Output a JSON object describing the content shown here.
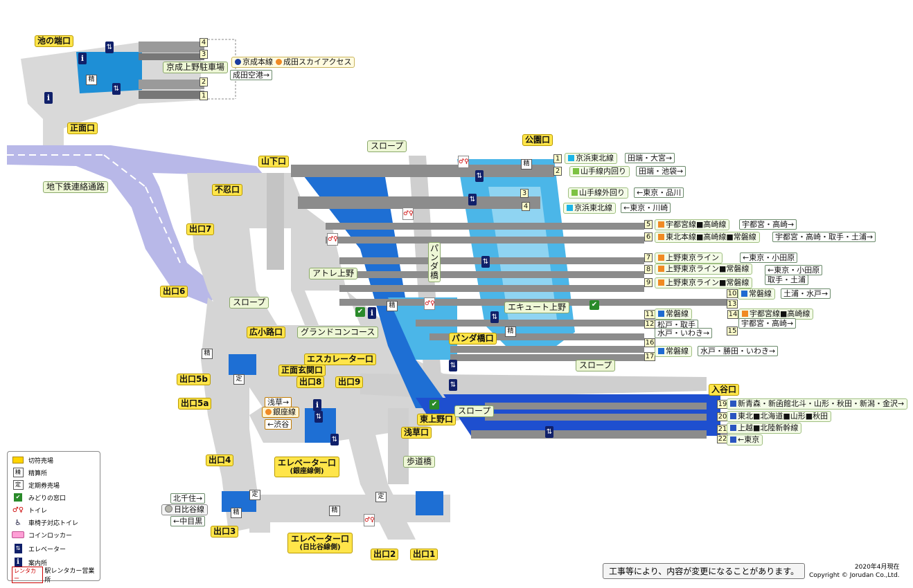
{
  "exits": {
    "ikenohata": "池の端口",
    "shomen": "正面口",
    "yamashita": "山下口",
    "shinobazu": "不忍口",
    "exit7": "出口7",
    "exit6": "出口6",
    "hirokoji": "広小路口",
    "escalator": "エスカレーター口",
    "shomen_genkan": "正面玄関口",
    "exit8": "出口8",
    "exit9": "出口9",
    "exit5b": "出口5b",
    "exit5a": "出口5a",
    "exit4": "出口4",
    "elevator_ginza": "エレベーター口",
    "elevator_ginza_sub": "(銀座線側)",
    "elevator_hibiya": "エレベーター口",
    "elevator_hibiya_sub": "(日比谷線側)",
    "exit3": "出口3",
    "exit2": "出口2",
    "exit1": "出口1",
    "higashi_ueno": "東上野口",
    "asakusa": "浅草口",
    "panda": "パンダ橋口",
    "iriya": "入谷口",
    "koen": "公園口"
  },
  "places": {
    "keisei_parking": "京成上野駐車場",
    "narita_airport": "成田空港→",
    "chika_tsuro": "地下鉄連絡通路",
    "slope1": "スロープ",
    "slope2": "スロープ",
    "slope3": "スロープ",
    "slope4": "スロープ",
    "atre": "アトレ上野",
    "grand_concourse": "グランドコンコース",
    "panda_bridge": "パンダ橋",
    "ecute": "エキュート上野",
    "hodokyo": "歩道橋"
  },
  "keisei_lines": {
    "main": "京成本線",
    "skyaccess": "成田スカイアクセス"
  },
  "jr_tracks": [
    {
      "num": "1",
      "line": "京浜東北線",
      "color": "#1bb5e8",
      "dest": "田端・大宮→"
    },
    {
      "num": "2",
      "line": "山手線内回り",
      "color": "#7dc242",
      "dest": "田端・池袋→"
    },
    {
      "num": "3",
      "line": "山手線外回り",
      "color": "#7dc242",
      "dest": "←東京・品川"
    },
    {
      "num": "4",
      "line": "京浜東北線",
      "color": "#1bb5e8",
      "dest": "←東京・川崎"
    },
    {
      "num": "5",
      "line": "宇都宮線■高崎線",
      "color": "#f08a24",
      "dest": "宇都宮・高崎→"
    },
    {
      "num": "6",
      "line": "東北本線■高崎線■常磐線",
      "color": "#f08a24",
      "dest": "宇都宮・高崎・取手・土浦→"
    },
    {
      "num": "7",
      "line": "上野東京ライン",
      "color": "#f08a24",
      "dest": "←東京・小田原"
    },
    {
      "num": "8",
      "line": "上野東京ライン■常磐線",
      "color": "#f08a24",
      "dest": "←東京・小田原"
    },
    {
      "num": "9",
      "line": "上野東京ライン■常磐線",
      "color": "#f08a24",
      "dest": "取手・土浦"
    },
    {
      "num": "10",
      "line": "常磐線",
      "color": "#1f6ad1",
      "dest": "土浦・水戸→"
    },
    {
      "num": "11",
      "line": "常磐線",
      "color": "#1f6ad1",
      "dest": "松戸・取手"
    },
    {
      "num": "12",
      "line": "",
      "color": "#1f6ad1",
      "dest": "水戸・いわき→"
    },
    {
      "num": "13",
      "line": "",
      "color": "#1f6ad1",
      "dest": ""
    },
    {
      "num": "14",
      "line": "宇都宮線■高崎線",
      "color": "#f08a24",
      "dest": "宇都宮・高崎→"
    },
    {
      "num": "15",
      "line": "",
      "color": "#f08a24",
      "dest": ""
    },
    {
      "num": "16",
      "line": "",
      "color": "#1f6ad1",
      "dest": ""
    },
    {
      "num": "17",
      "line": "常磐線",
      "color": "#1f6ad1",
      "dest": "水戸・勝田・いわき→"
    },
    {
      "num": "19",
      "line": "新青森・新函館北斗・山形・秋田・新潟・金沢→",
      "color": "#2a55c0",
      "dest": ""
    },
    {
      "num": "20",
      "line": "東北■北海道■山形■秋田",
      "color": "#2a55c0",
      "dest": ""
    },
    {
      "num": "21",
      "line": "上越■北陸新幹線",
      "color": "#2a55c0",
      "dest": ""
    },
    {
      "num": "22",
      "line": "←東京",
      "color": "#2a55c0",
      "dest": ""
    }
  ],
  "metro": {
    "asakusa_dir": "浅草→",
    "ginza": "銀座線",
    "shibuya_dir": "←渋谷",
    "kitasenju_dir": "北千住→",
    "hibiya": "日比谷線",
    "nakameguro_dir": "←中目黒"
  },
  "icons": {
    "ticket": "切符売場",
    "seisan": "精算所",
    "teiki": "定期券売場",
    "midori": "みどりの窓口",
    "toilet": "トイレ",
    "wheelchair_toilet": "車椅子対応トイレ",
    "locker": "コインロッカー",
    "elevator": "エレベーター",
    "info": "案内所",
    "rental": "駅レンタカー営業所",
    "rental_badge": "レンタカー",
    "seisan_glyph": "精",
    "teiki_glyph": "定"
  },
  "notice": "工事等により、内容が変更になることがあります。",
  "date": "2020年4月現在",
  "copyright": "Copyright © Jorudan Co.,Ltd."
}
